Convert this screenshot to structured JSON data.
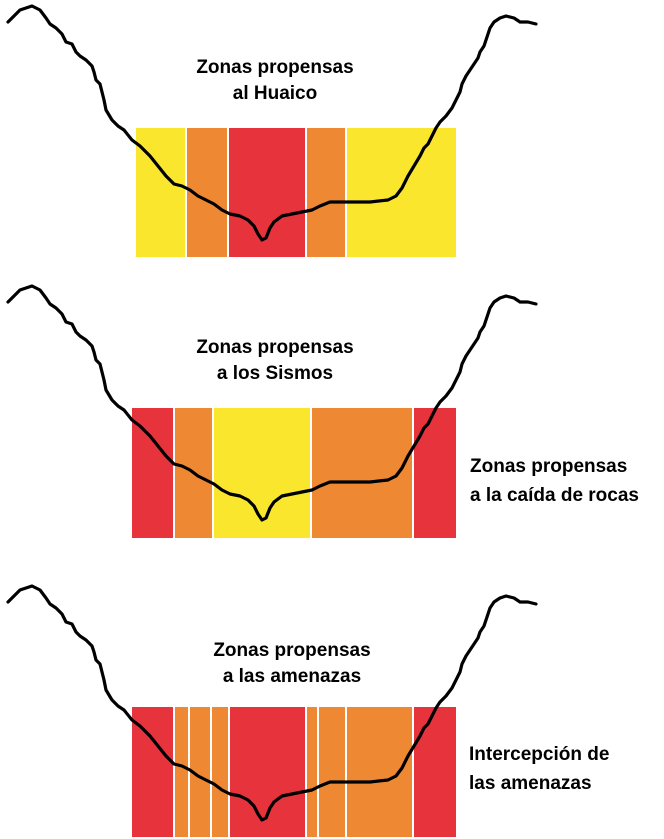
{
  "colors": {
    "yellow": "#f9e62d",
    "orange": "#ef8833",
    "red": "#e6333c",
    "line": "#000000",
    "separator": "#ffffff"
  },
  "panels": [
    {
      "title_line1": "Zonas propensas",
      "title_line2": "al Huaico",
      "side_line1": "",
      "side_line2": "",
      "zones": [
        "yellow",
        "orange",
        "red",
        "orange",
        "yellow"
      ]
    },
    {
      "title_line1": "Zonas propensas",
      "title_line2": "a los Sismos",
      "side_line1": "Zonas propensas",
      "side_line2": "a la caída de rocas",
      "zones": [
        "red",
        "orange",
        "yellow",
        "orange",
        "red"
      ]
    },
    {
      "title_line1": "Zonas propensas",
      "title_line2": "a las amenazas",
      "side_line1": "Intercepción de",
      "side_line2": "las amenazas",
      "zones": [
        "red",
        "orange",
        "orange",
        "orange",
        "red",
        "orange",
        "orange",
        "orange",
        "red"
      ]
    }
  ]
}
